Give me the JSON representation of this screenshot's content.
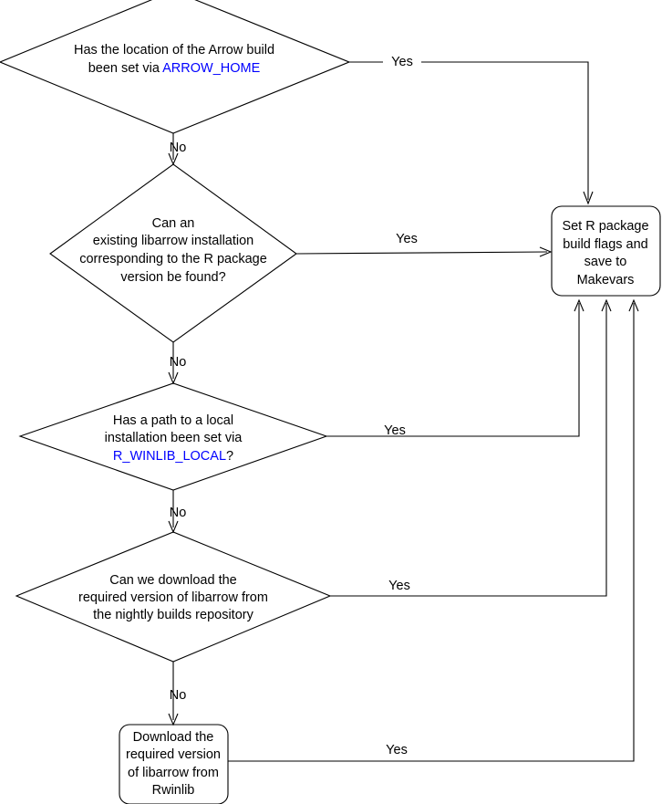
{
  "diagram": {
    "title": "Arrow R package libarrow resolution flowchart",
    "colors": {
      "stroke": "#000000",
      "background": "#ffffff",
      "env_var_link": "#0000ff"
    },
    "nodes": [
      {
        "id": "arrow-home-decision",
        "shape": "diamond",
        "lines": [
          {
            "segments": [
              {
                "text": "Has the location of the Arrow build",
                "style": "plain"
              }
            ]
          },
          {
            "segments": [
              {
                "text": "been set via ",
                "style": "plain"
              },
              {
                "text": "ARROW_HOME",
                "style": "env-var"
              }
            ]
          }
        ]
      },
      {
        "id": "existing-libarrow-decision",
        "shape": "diamond",
        "lines": [
          {
            "segments": [
              {
                "text": "Can an",
                "style": "plain"
              }
            ]
          },
          {
            "segments": [
              {
                "text": "existing libarrow installation",
                "style": "plain"
              }
            ]
          },
          {
            "segments": [
              {
                "text": "corresponding to the R package",
                "style": "plain"
              }
            ]
          },
          {
            "segments": [
              {
                "text": "version be found?",
                "style": "plain"
              }
            ]
          }
        ]
      },
      {
        "id": "winlib-local-decision",
        "shape": "diamond",
        "lines": [
          {
            "segments": [
              {
                "text": "Has a path to a local",
                "style": "plain"
              }
            ]
          },
          {
            "segments": [
              {
                "text": "installation been set via",
                "style": "plain"
              }
            ]
          },
          {
            "segments": [
              {
                "text": "R_WINLIB_LOCAL",
                "style": "env-var"
              },
              {
                "text": "?",
                "style": "plain"
              }
            ]
          }
        ]
      },
      {
        "id": "nightly-builds-decision",
        "shape": "diamond",
        "lines": [
          {
            "segments": [
              {
                "text": "Can we download the",
                "style": "plain"
              }
            ]
          },
          {
            "segments": [
              {
                "text": "required version of libarrow from",
                "style": "plain"
              }
            ]
          },
          {
            "segments": [
              {
                "text": "the nightly builds repository",
                "style": "plain"
              }
            ]
          }
        ]
      },
      {
        "id": "set-makevars-process",
        "shape": "rounded-rect",
        "lines": [
          {
            "segments": [
              {
                "text": "Set R package",
                "style": "plain"
              }
            ]
          },
          {
            "segments": [
              {
                "text": "build flags and",
                "style": "plain"
              }
            ]
          },
          {
            "segments": [
              {
                "text": "save to",
                "style": "plain"
              }
            ]
          },
          {
            "segments": [
              {
                "text": "Makevars",
                "style": "plain"
              }
            ]
          }
        ]
      },
      {
        "id": "download-rwinlib-process",
        "shape": "rounded-rect",
        "lines": [
          {
            "segments": [
              {
                "text": "Download the",
                "style": "plain"
              }
            ]
          },
          {
            "segments": [
              {
                "text": "required version",
                "style": "plain"
              }
            ]
          },
          {
            "segments": [
              {
                "text": "of libarrow from",
                "style": "plain"
              }
            ]
          },
          {
            "segments": [
              {
                "text": "Rwinlib",
                "style": "plain"
              }
            ]
          }
        ]
      }
    ],
    "edge_labels": {
      "arrow_home_yes": "Yes",
      "arrow_home_no": "No",
      "existing_libarrow_yes": "Yes",
      "existing_libarrow_no": "No",
      "winlib_local_yes": "Yes",
      "winlib_local_no": "No",
      "nightly_yes": "Yes",
      "nightly_no": "No",
      "rwinlib_yes": "Yes"
    }
  }
}
